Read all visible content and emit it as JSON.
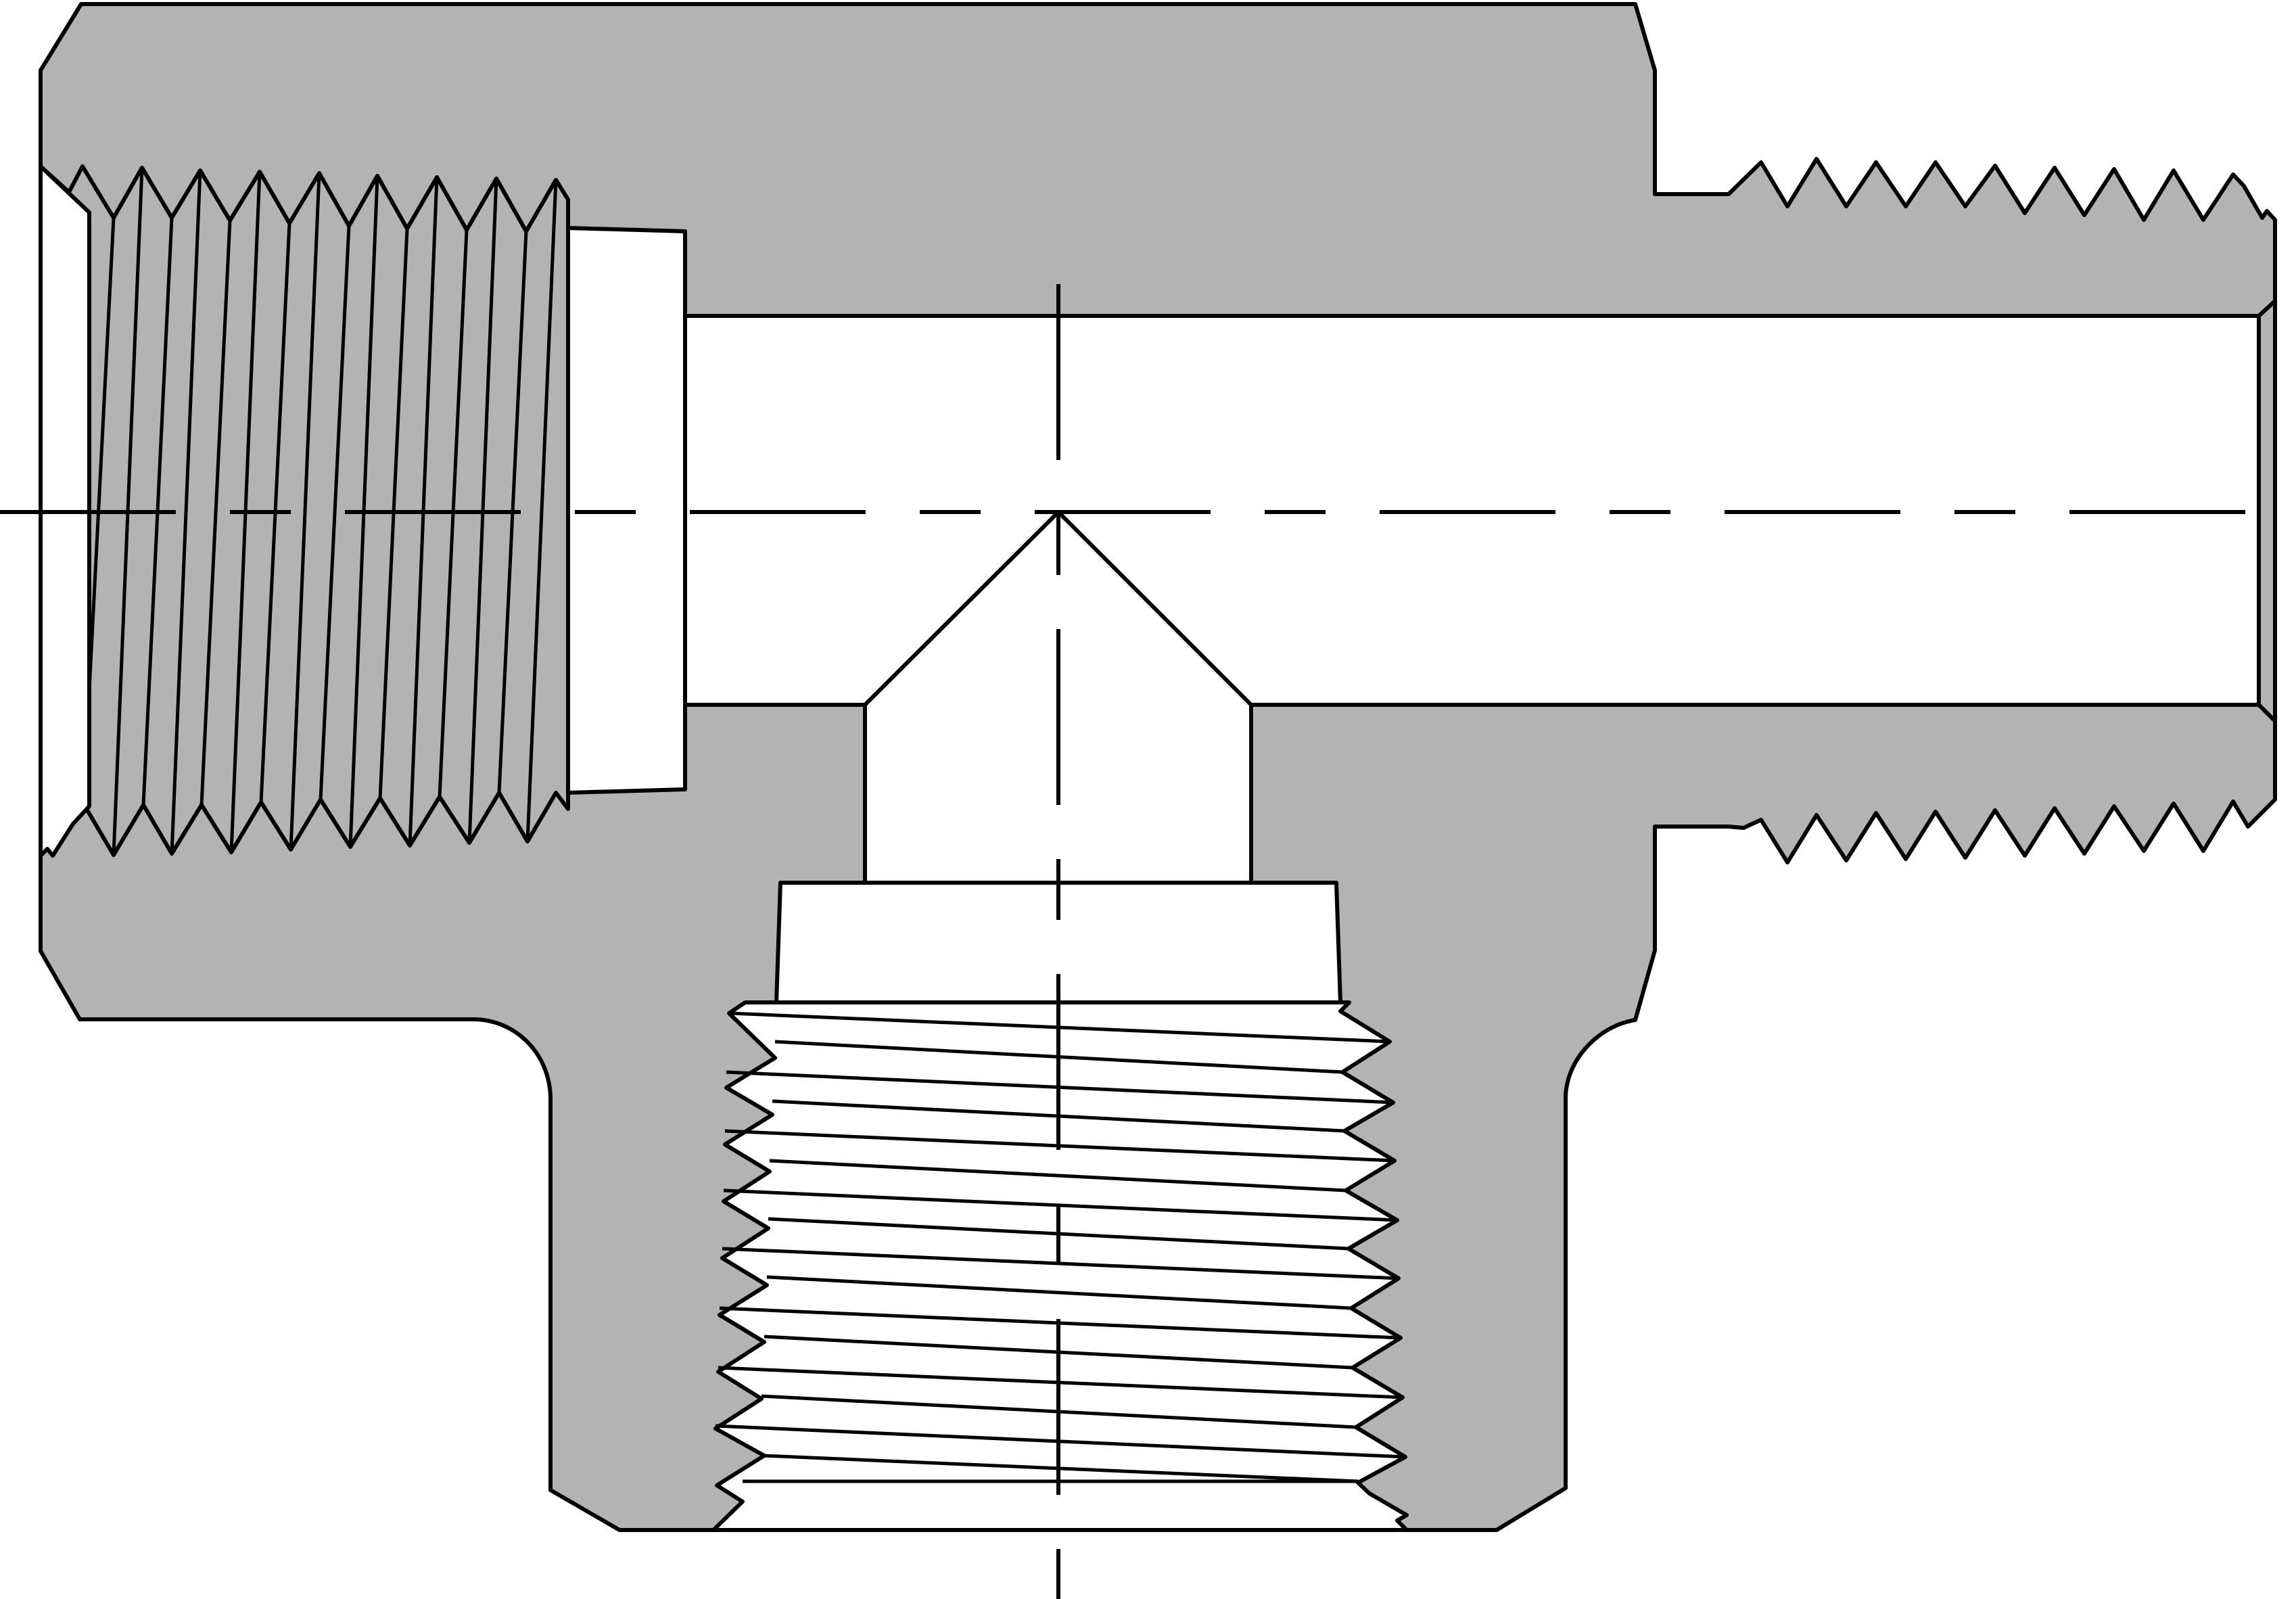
{
  "drawing": {
    "colors": {
      "body_fill": "#b3b3b3",
      "bore_fill": "#ffffff",
      "outline": "#000000"
    },
    "parts": [
      "fitting-body",
      "female-thread-port-left",
      "male-thread-port-right",
      "female-thread-port-bottom",
      "through-bore",
      "drill-point-cone",
      "horizontal-centerline",
      "vertical-centerline"
    ],
    "thread_counts": {
      "left_female": 17,
      "right_male": 10,
      "bottom_female": 9
    }
  }
}
